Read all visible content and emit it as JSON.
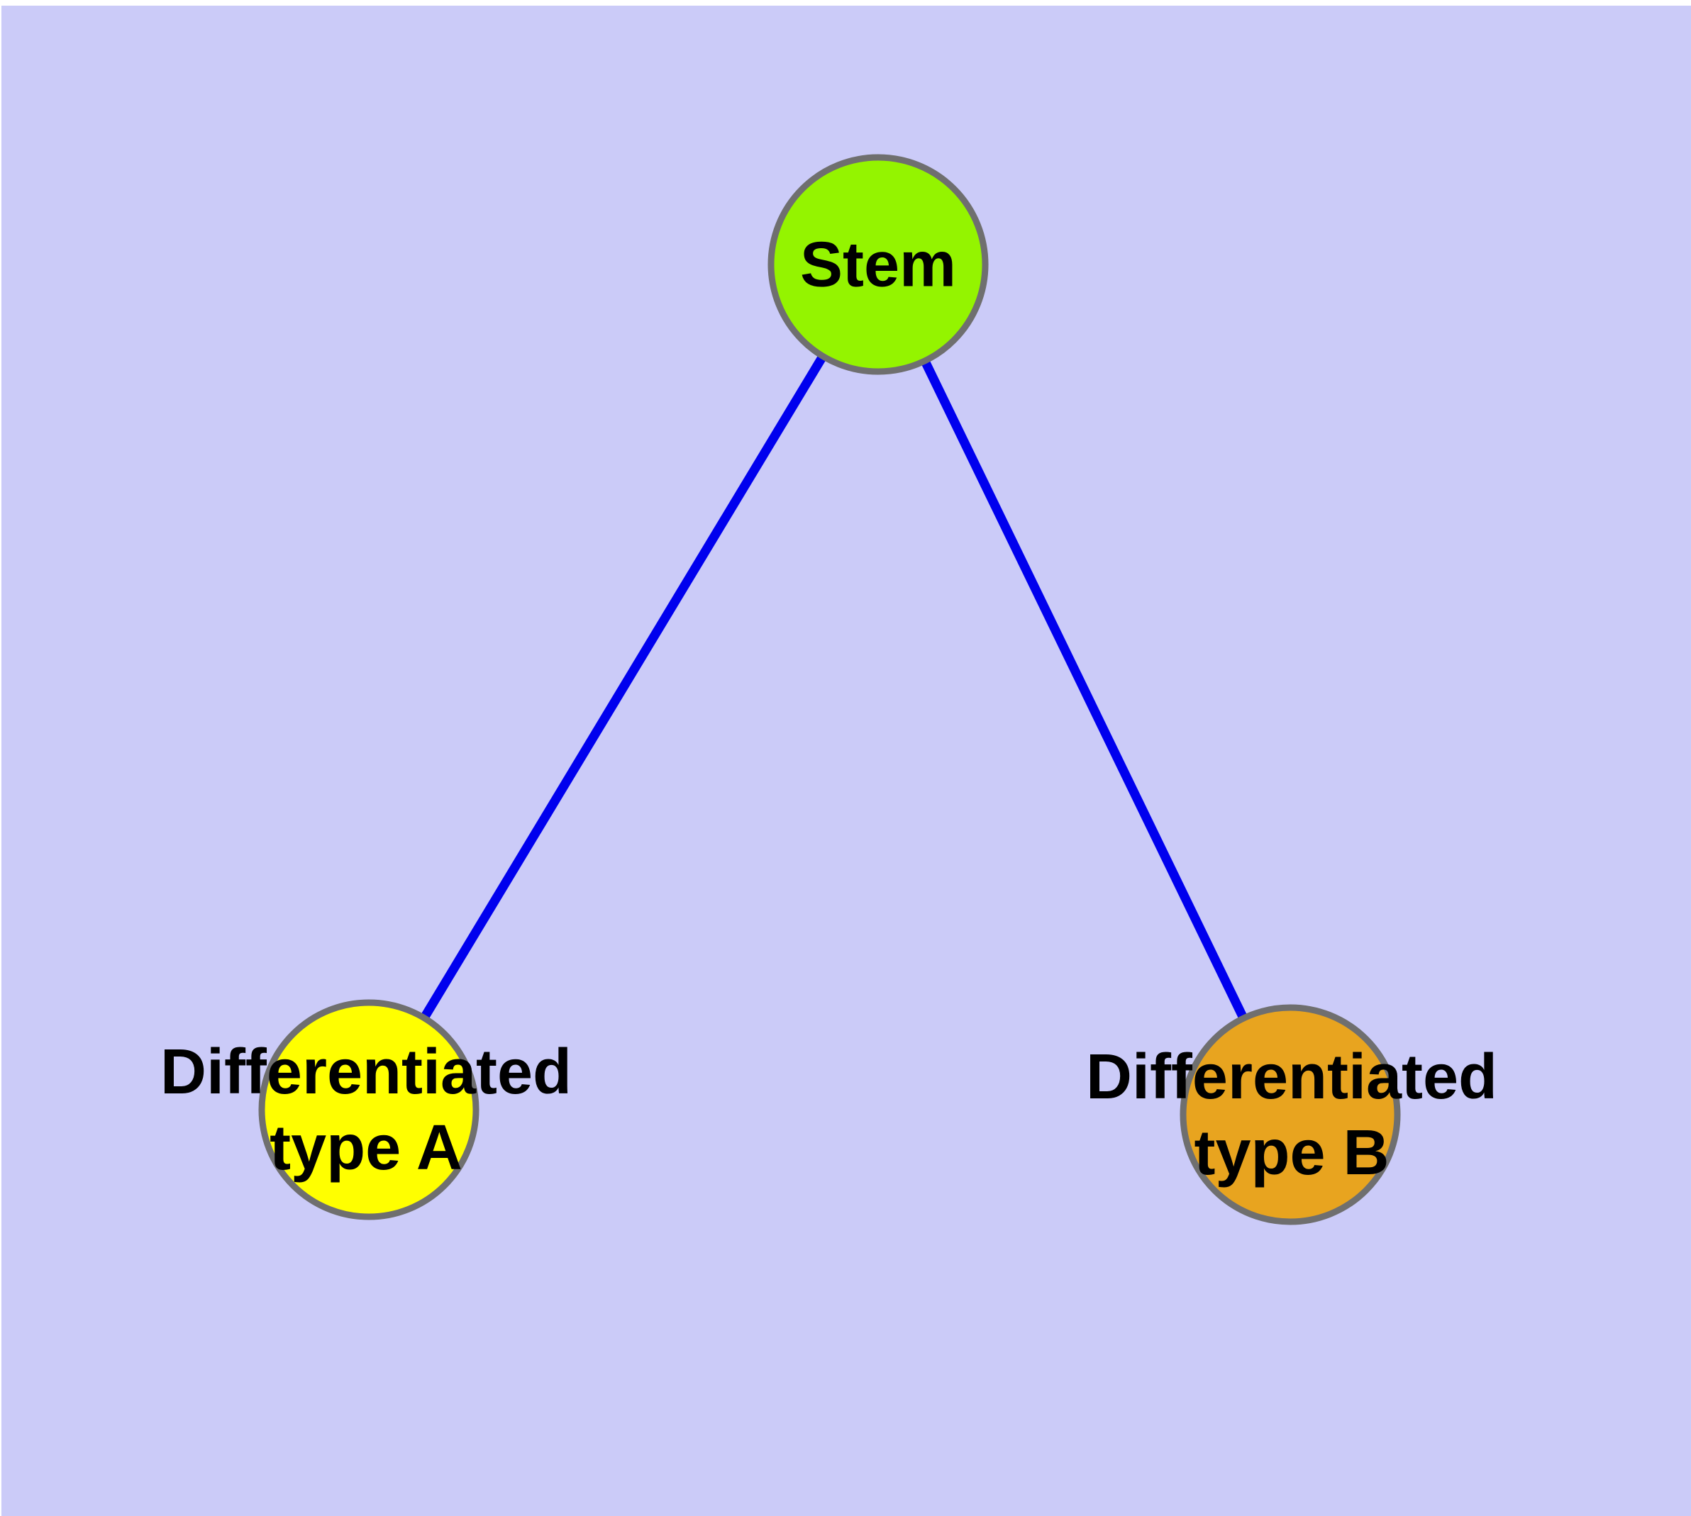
{
  "diagram": {
    "page_background": "#FFFFFF",
    "canvas_background": "#CBCBF8",
    "edge_color": "#0000EE",
    "node_border_color": "#6F6F6F",
    "label_color": "#000000",
    "nodes": [
      {
        "id": "stem",
        "label": "Stem",
        "color": "#94F400"
      },
      {
        "id": "type-a",
        "label": "Differentiated\ntype A",
        "color": "#FFFF00"
      },
      {
        "id": "type-b",
        "label": "Differentiated\ntype B",
        "color": "#E8A41F"
      }
    ],
    "edges": [
      {
        "from": "stem",
        "to": "type-a"
      },
      {
        "from": "stem",
        "to": "type-b"
      }
    ]
  }
}
